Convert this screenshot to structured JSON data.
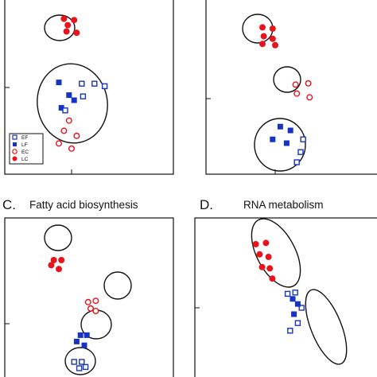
{
  "figure": {
    "panels": [
      {
        "letter": "",
        "title": ""
      },
      {
        "letter": "",
        "title": ""
      },
      {
        "letter": "C.",
        "title": "Fatty acid biosynthesis"
      },
      {
        "letter": "D.",
        "title": "RNA metabolism"
      }
    ],
    "legend": [
      "EF",
      "LF",
      "EC",
      "LC"
    ]
  },
  "colors": {
    "red": "#e8141c",
    "blue": "#1733c4"
  },
  "chart_data": [
    {
      "type": "scatter",
      "panel": "A",
      "legend_position": "bottom-left",
      "clusters": [
        {
          "group": "LC",
          "points": [
            [
              -0.3,
              2.7
            ],
            [
              0.1,
              2.65
            ],
            [
              -0.15,
              2.45
            ],
            [
              -0.2,
              2.2
            ],
            [
              0.2,
              2.15
            ]
          ]
        },
        {
          "group": "LF",
          "points": [
            [
              -0.5,
              0.2
            ],
            [
              0.1,
              -0.5
            ],
            [
              -0.1,
              -0.3
            ],
            [
              -0.4,
              -0.8
            ]
          ]
        },
        {
          "group": "EF",
          "points": [
            [
              0.4,
              0.15
            ],
            [
              0.9,
              0.15
            ],
            [
              1.3,
              0.05
            ]
          ]
        },
        {
          "group": "EC",
          "points": [
            [
              -0.1,
              -1.3
            ],
            [
              -0.3,
              -1.7
            ],
            [
              0.2,
              -1.9
            ],
            [
              -0.5,
              -2.2
            ],
            [
              0.0,
              -2.4
            ]
          ]
        },
        {
          "group": "EF",
          "points": [
            [
              0.45,
              -0.35
            ],
            [
              -0.25,
              -0.9
            ]
          ]
        }
      ]
    },
    {
      "type": "scatter",
      "panel": "B",
      "clusters": [
        {
          "group": "LC",
          "points": [
            [
              -0.5,
              2.8
            ],
            [
              -0.1,
              2.75
            ],
            [
              -0.45,
              2.45
            ],
            [
              -0.1,
              2.35
            ],
            [
              -0.5,
              2.15
            ],
            [
              0.0,
              2.1
            ]
          ]
        },
        {
          "group": "EC",
          "points": [
            [
              0.8,
              0.55
            ],
            [
              1.3,
              0.6
            ],
            [
              0.85,
              0.2
            ],
            [
              1.35,
              0.05
            ]
          ]
        },
        {
          "group": "LF",
          "points": [
            [
              0.2,
              -1.1
            ],
            [
              0.6,
              -1.25
            ],
            [
              -0.1,
              -1.6
            ],
            [
              0.45,
              -1.75
            ]
          ]
        },
        {
          "group": "EF",
          "points": [
            [
              1.1,
              -1.6
            ],
            [
              1.0,
              -2.1
            ],
            [
              0.85,
              -2.5
            ]
          ]
        }
      ]
    },
    {
      "type": "scatter",
      "panel": "C",
      "clusters": [
        {
          "group": "LC",
          "points": [
            [
              -0.7,
              2.5
            ],
            [
              -0.4,
              2.5
            ],
            [
              -0.8,
              2.3
            ],
            [
              -0.5,
              2.15
            ]
          ]
        },
        {
          "group": "EC",
          "points": [
            [
              0.65,
              0.85
            ],
            [
              0.95,
              0.9
            ],
            [
              0.75,
              0.6
            ],
            [
              0.95,
              0.5
            ]
          ]
        },
        {
          "group": "LF",
          "points": [
            [
              0.35,
              -0.45
            ],
            [
              0.6,
              -0.45
            ],
            [
              0.2,
              -0.7
            ],
            [
              0.5,
              -0.85
            ]
          ]
        },
        {
          "group": "EF",
          "points": [
            [
              0.1,
              -1.5
            ],
            [
              0.4,
              -1.5
            ],
            [
              0.3,
              -1.75
            ],
            [
              0.55,
              -1.7
            ]
          ]
        }
      ]
    },
    {
      "type": "scatter",
      "panel": "D",
      "clusters": [
        {
          "group": "LC",
          "points": [
            [
              -0.2,
              2.5
            ],
            [
              0.2,
              2.55
            ],
            [
              -0.05,
              2.1
            ],
            [
              0.3,
              2.0
            ],
            [
              0.05,
              1.6
            ],
            [
              0.35,
              1.55
            ],
            [
              0.45,
              1.15
            ]
          ]
        },
        {
          "group": "EF",
          "points": [
            [
              1.05,
              0.55
            ],
            [
              1.35,
              0.6
            ],
            [
              1.6,
              0.0
            ],
            [
              1.45,
              -0.6
            ]
          ]
        },
        {
          "group": "LF",
          "points": [
            [
              1.25,
              0.35
            ],
            [
              1.45,
              0.15
            ],
            [
              1.3,
              -0.25
            ]
          ]
        },
        {
          "group": "EF",
          "points": [
            [
              1.15,
              -0.9
            ]
          ]
        }
      ]
    }
  ]
}
